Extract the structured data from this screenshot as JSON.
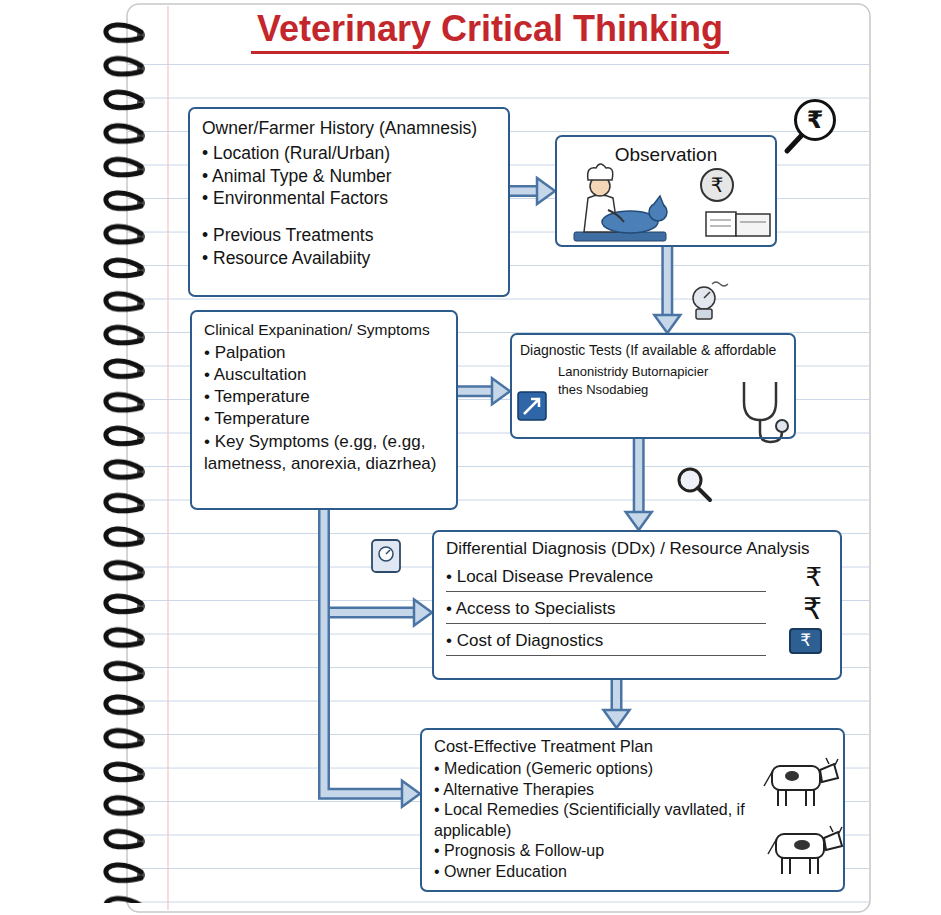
{
  "diagram": {
    "title": "Veterinary Critical Thinking",
    "nodes": [
      {
        "text": [
          "Owner/Farmer History (Anamnesis)",
          "• Location (Rural/Urban)",
          "• Animal Type & Number",
          "• Environmental Factors",
          "• Previous Treatments",
          "• Resource Availabiity"
        ]
      },
      {
        "text": [
          "Observation"
        ]
      },
      {
        "text": [
          "Clinical Expanination/ Symptoms",
          "• Palpation",
          "• Auscultation",
          "• Temperature",
          "• Temperature",
          "• Key Symptoms (e.gg, (e.gg, lametness, anorexia, diazrhea)"
        ]
      },
      {
        "text": [
          "Diagnostic Tests (If available & affordable",
          "Lanonistridy Butornapicier thes Nsodabieg"
        ]
      },
      {
        "text": [
          "Differential Diagnosis (DDx) / Resource Analysis",
          "• Local Disease Prevalence",
          "• Access to Specialists",
          "• Cost of Diagnostics"
        ]
      },
      {
        "text": [
          "Cost-Effective Treatment Plan",
          "• Medication (Gemeric options)",
          "• Alternative Therapies",
          "• Local Remedies (Scientificially vavllated, if applicable)",
          "• Prognosis & Follow-up",
          "• Owner Education"
        ]
      }
    ],
    "edges": [
      {
        "from": 0,
        "to": 1,
        "arrow": "to"
      },
      {
        "from": 1,
        "to": 3,
        "arrow": "to"
      },
      {
        "from": 2,
        "to": 3,
        "arrow": "to"
      },
      {
        "from": 3,
        "to": 4,
        "arrow": "to"
      },
      {
        "from": 2,
        "to": 4,
        "arrow": "to"
      },
      {
        "from": 2,
        "to": 5,
        "arrow": "to"
      },
      {
        "from": 4,
        "to": 5,
        "arrow": "to"
      }
    ],
    "labels": [
      "₹",
      "₹",
      "₹",
      "₹",
      "₹"
    ]
  }
}
